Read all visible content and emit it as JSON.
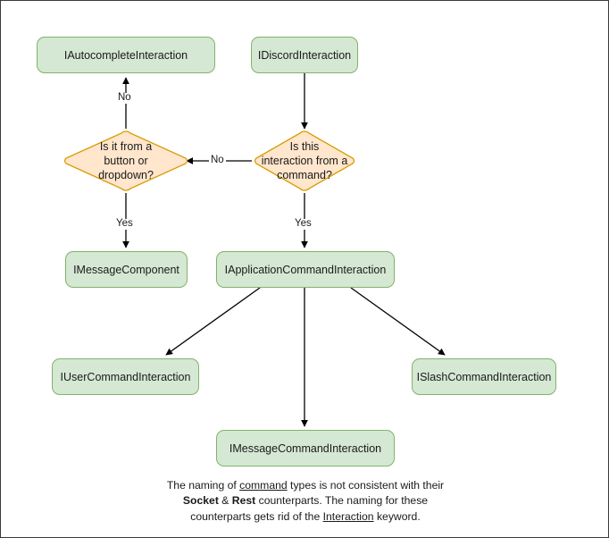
{
  "diagram": {
    "title": "Discord interaction type hierarchy flowchart",
    "colors": {
      "node_fill": "#d5e8d4",
      "node_stroke": "#82b366",
      "decision_fill": "#ffe6cc",
      "decision_stroke": "#d79b00",
      "edge": "#000000",
      "frame": "#3a3a3a",
      "text": "#1a1a1a"
    },
    "nodes": [
      {
        "id": "autocomplete",
        "label": "IAutocompleteInteraction",
        "shape": "rounded-rect"
      },
      {
        "id": "discord",
        "label": "IDiscordInteraction",
        "shape": "rounded-rect"
      },
      {
        "id": "decision_button",
        "label": "Is it from a\nbutton or\ndropdown?",
        "shape": "diamond"
      },
      {
        "id": "decision_command",
        "label": "Is this\ninteraction from a\ncommand?",
        "shape": "diamond"
      },
      {
        "id": "message_component",
        "label": "IMessageComponent",
        "shape": "rounded-rect"
      },
      {
        "id": "app_command",
        "label": "IApplicationCommandInteraction",
        "shape": "rounded-rect"
      },
      {
        "id": "user_command",
        "label": "IUserCommandInteraction",
        "shape": "rounded-rect"
      },
      {
        "id": "message_command",
        "label": "IMessageCommandInteraction",
        "shape": "rounded-rect"
      },
      {
        "id": "slash_command",
        "label": "ISlashCommandInteraction",
        "shape": "rounded-rect"
      }
    ],
    "edge_labels": {
      "no_up": "No",
      "no_left": "No",
      "yes_left": "Yes",
      "yes_right": "Yes"
    },
    "caption": {
      "line1_a": "The naming of ",
      "line1_underline": "command",
      "line1_b": " types is not consistent with their",
      "line2_bold1": "Socket",
      "line2_amp": " & ",
      "line2_bold2": "Rest",
      "line2_rest": " counterparts. The naming for these",
      "line3_a": "counterparts gets rid of the ",
      "line3_underline": "Interaction",
      "line3_b": " keyword."
    }
  }
}
